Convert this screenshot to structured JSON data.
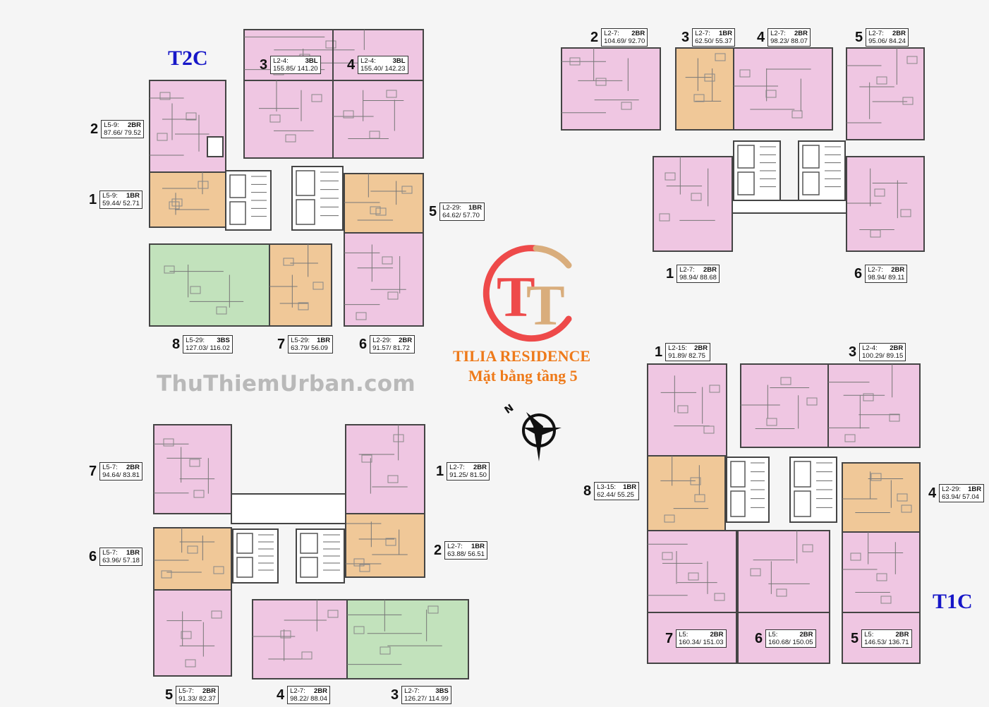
{
  "colors": {
    "pink": "#efc6e2",
    "orange": "#f0c898",
    "green": "#c2e2bc",
    "core": "#ffffff",
    "wall": "#444444",
    "title": "#ee7a1a",
    "tower": "#1717c8",
    "watermark": "#b9b9b9"
  },
  "title": {
    "project": "TILIA RESIDENCE",
    "subtitle": "Mặt bằng tầng 5"
  },
  "watermark": "ThuThiemUrban.com",
  "logo": {
    "letters": "TT"
  },
  "compass": {
    "icon": "north-arrow-icon",
    "label": "N"
  },
  "towers": {
    "t2c": {
      "name": "T2C"
    },
    "t1c": {
      "name": "T1C"
    }
  },
  "units": [
    {
      "id": "t2c-3",
      "num": "3",
      "levels": "L2-4:",
      "type": "3BL",
      "area": "155.85/ 141.20"
    },
    {
      "id": "t2c-4",
      "num": "4",
      "levels": "L2-4:",
      "type": "3BL",
      "area": "155.40/ 142.23"
    },
    {
      "id": "t2c-2",
      "num": "2",
      "levels": "L5-9:",
      "type": "2BR",
      "area": "87.66/ 79.52"
    },
    {
      "id": "t2c-1",
      "num": "1",
      "levels": "L5-9:",
      "type": "1BR",
      "area": "59.44/ 52.71"
    },
    {
      "id": "t2c-5",
      "num": "5",
      "levels": "L2-29:",
      "type": "1BR",
      "area": "64.62/ 57.70"
    },
    {
      "id": "t2c-8",
      "num": "8",
      "levels": "L5-29:",
      "type": "3BS",
      "area": "127.03/ 116.02"
    },
    {
      "id": "t2c-7",
      "num": "7",
      "levels": "L5-29:",
      "type": "1BR",
      "area": "63.79/ 56.09"
    },
    {
      "id": "t2c-6",
      "num": "6",
      "levels": "L2-29:",
      "type": "2BR",
      "area": "91.57/ 81.72"
    },
    {
      "id": "tr-2",
      "num": "2",
      "levels": "L2-7:",
      "type": "2BR",
      "area": "104.69/ 92.70"
    },
    {
      "id": "tr-3",
      "num": "3",
      "levels": "L2-7:",
      "type": "1BR",
      "area": "62.50/ 55.37"
    },
    {
      "id": "tr-4",
      "num": "4",
      "levels": "L2-7:",
      "type": "2BR",
      "area": "98.23/ 88.07"
    },
    {
      "id": "tr-5",
      "num": "5",
      "levels": "L2-7:",
      "type": "2BR",
      "area": "95.06/ 84.24"
    },
    {
      "id": "tr-1",
      "num": "1",
      "levels": "L2-7:",
      "type": "2BR",
      "area": "98.94/ 88.68"
    },
    {
      "id": "tr-6",
      "num": "6",
      "levels": "L2-7:",
      "type": "2BR",
      "area": "98.94/ 89.11"
    },
    {
      "id": "bl-7",
      "num": "7",
      "levels": "L5-7:",
      "type": "2BR",
      "area": "94.64/ 83.81"
    },
    {
      "id": "bl-1",
      "num": "1",
      "levels": "L2-7:",
      "type": "2BR",
      "area": "91.25/ 81.50"
    },
    {
      "id": "bl-6",
      "num": "6",
      "levels": "L5-7:",
      "type": "1BR",
      "area": "63.96/ 57.18"
    },
    {
      "id": "bl-2",
      "num": "2",
      "levels": "L2-7:",
      "type": "1BR",
      "area": "63.88/ 56.51"
    },
    {
      "id": "bl-5",
      "num": "5",
      "levels": "L5-7:",
      "type": "2BR",
      "area": "91.33/ 82.37"
    },
    {
      "id": "bl-4",
      "num": "4",
      "levels": "L2-7:",
      "type": "2BR",
      "area": "98.22/ 88.04"
    },
    {
      "id": "bl-3",
      "num": "3",
      "levels": "L2-7:",
      "type": "3BS",
      "area": "126.27/ 114.99"
    },
    {
      "id": "t1c-1",
      "num": "1",
      "levels": "L2-15:",
      "type": "2BR",
      "area": "91.89/ 82.75"
    },
    {
      "id": "t1c-3",
      "num": "3",
      "levels": "L2-4:",
      "type": "2BR",
      "area": "100.29/ 89.15"
    },
    {
      "id": "t1c-8",
      "num": "8",
      "levels": "L3-15:",
      "type": "1BR",
      "area": "62.44/ 55.25"
    },
    {
      "id": "t1c-4",
      "num": "4",
      "levels": "L2-29:",
      "type": "1BR",
      "area": "63.94/ 57.04"
    },
    {
      "id": "t1c-7",
      "num": "7",
      "levels": "L5:",
      "type": "2BR",
      "area": "160.34/ 151.03"
    },
    {
      "id": "t1c-6",
      "num": "6",
      "levels": "L5:",
      "type": "2BR",
      "area": "160.68/ 150.05"
    },
    {
      "id": "t1c-5",
      "num": "5",
      "levels": "L5:",
      "type": "2BR",
      "area": "146.53/ 136.71"
    }
  ]
}
